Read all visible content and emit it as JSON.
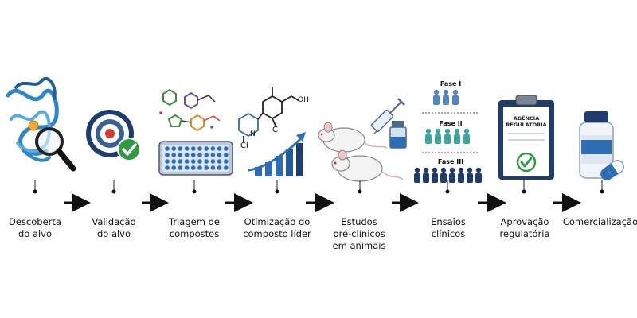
{
  "stages": [
    {
      "id": "discovery",
      "label": "Descoberta\ndo alvo"
    },
    {
      "id": "validation",
      "label": "Validação\ndo alvo"
    },
    {
      "id": "screening",
      "label": "Triagem de\ncompostos"
    },
    {
      "id": "optimization",
      "label": "Otimização do\ncomposto líder"
    },
    {
      "id": "preclinical",
      "label": "Estudos\npré-clínicos\nem animais"
    },
    {
      "id": "clinical",
      "label": "Ensaios\nclínicos"
    },
    {
      "id": "approval",
      "label": "Aprovação\nregulatória"
    },
    {
      "id": "commercialization",
      "label": "Comercialização"
    }
  ],
  "clinical_phases": [
    "Fase I",
    "Fase II",
    "Fase III"
  ],
  "agency_label": "AGÊNCIA\nREGULATÓRIA",
  "molecule_labels": {
    "chlorine_1": "Cl",
    "chlorine_2": "Cl",
    "nitrogen": "N",
    "hydroxyl": "OH"
  },
  "icons": {
    "protein": "protein-structure-icon",
    "magnifier": "magnifying-glass-icon",
    "target": "target-icon",
    "check": "checkmark-icon",
    "plate": "well-plate-icon",
    "growth": "growth-bar-chart-icon",
    "mouse": "lab-mouse-icon",
    "syringe": "syringe-icon",
    "vial": "vial-icon",
    "clipboard": "clipboard-icon",
    "capsule": "capsule-icon",
    "person": "person-icon",
    "arrow": "arrow-right-icon"
  },
  "colors": {
    "navy": "#1f3c6e",
    "blue": "#2e6db4",
    "light_blue": "#8fbce6",
    "teal": "#3aa6a0",
    "green": "#2f9a3f",
    "red": "#d63b2f",
    "orange": "#e08a2a"
  }
}
